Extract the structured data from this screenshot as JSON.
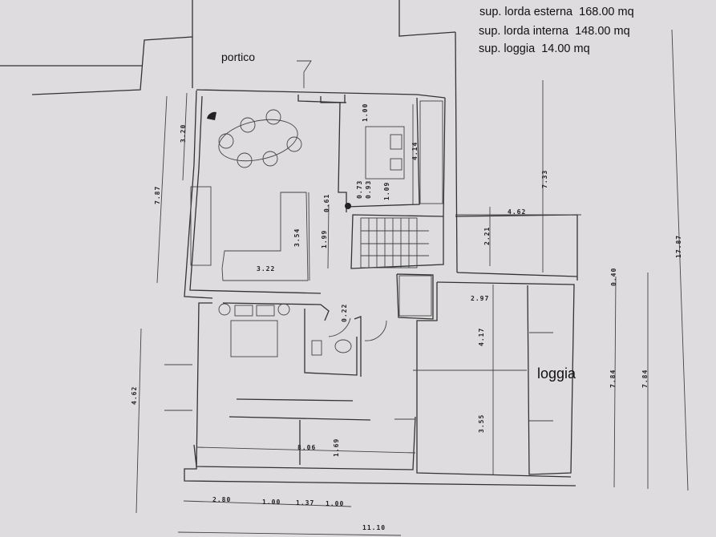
{
  "areas": [
    {
      "label": "sup. lorda esterna",
      "value": "168.00 mq"
    },
    {
      "label": "sup. lorda interna",
      "value": "148.00 mq"
    },
    {
      "label": "sup. loggia",
      "value": "14.00 mq"
    }
  ],
  "rooms": {
    "portico": "portico",
    "loggia": "loggia"
  },
  "dims": {
    "d320": "3.20",
    "d787": "7.87",
    "d100a": "1.00",
    "d414": "4.14",
    "d073": "0.73",
    "d093": "0.93",
    "d109": "1.09",
    "d061": "0.61",
    "d199": "1.99",
    "d354": "3.54",
    "d322": "3.22",
    "d733": "7.33",
    "d462": "4.62",
    "d221": "2.21",
    "d040": "0.40",
    "d1787": "17.87",
    "d297": "2.97",
    "d417": "4.17",
    "d355": "3.55",
    "d784a": "7.84",
    "d784b": "7.84",
    "d022": "0.22",
    "d462b": "4.62",
    "d806": "8.06",
    "d169": "1.69",
    "d280": "2.80",
    "d100b": "1.00",
    "d137": "1.37",
    "d100c": "1.00",
    "d1110": "11.10"
  }
}
